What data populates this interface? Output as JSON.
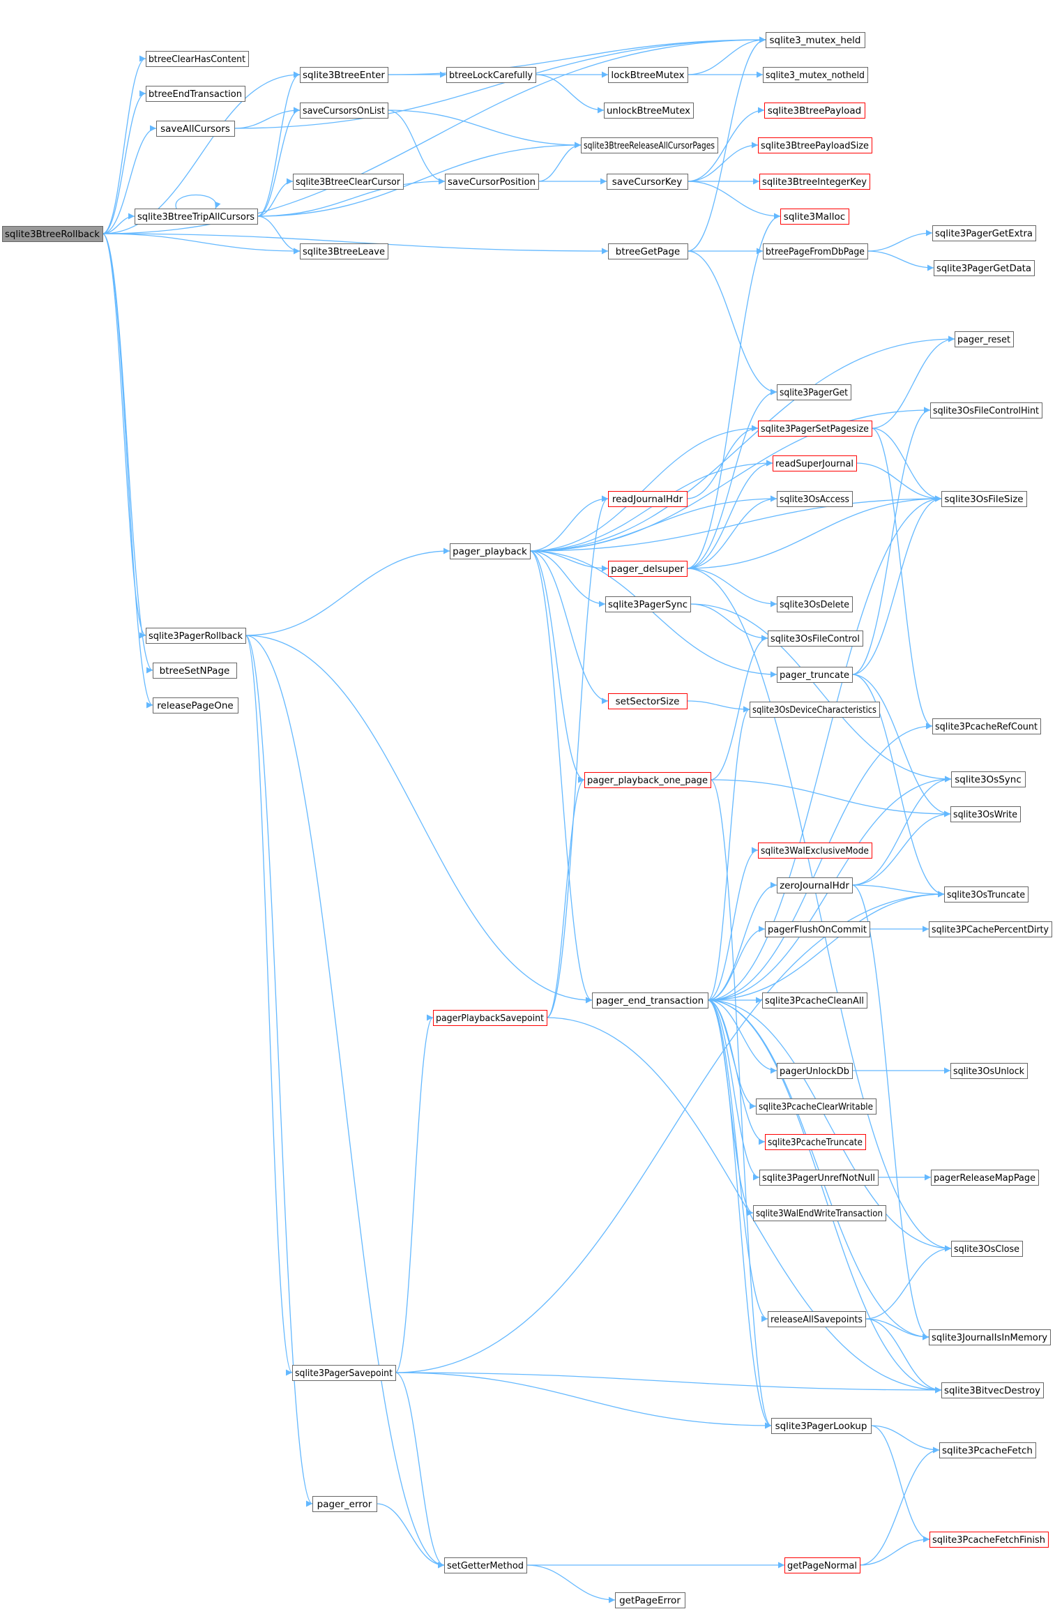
{
  "graph": {
    "root": "sqlite3BtreeRollback",
    "colors": {
      "edge": "#63b8ff",
      "node_border": "#666666",
      "highlight_border": "#ff0000",
      "root_fill": "#999999",
      "node_fill": "#ffffff"
    },
    "nodes": [
      {
        "id": "sqlite3BtreeRollback",
        "label": "sqlite3BtreeRollback",
        "style": "root"
      },
      {
        "id": "btreeClearHasContent",
        "label": "btreeClearHasContent",
        "style": "normal"
      },
      {
        "id": "btreeEndTransaction",
        "label": "btreeEndTransaction",
        "style": "normal"
      },
      {
        "id": "saveAllCursors",
        "label": "saveAllCursors",
        "style": "normal"
      },
      {
        "id": "sqlite3BtreeTripAllCursors",
        "label": "sqlite3BtreeTripAllCursors",
        "style": "normal"
      },
      {
        "id": "sqlite3PagerRollback",
        "label": "sqlite3PagerRollback",
        "style": "normal"
      },
      {
        "id": "btreeSetNPage",
        "label": "btreeSetNPage",
        "style": "normal"
      },
      {
        "id": "releasePageOne",
        "label": "releasePageOne",
        "style": "normal"
      },
      {
        "id": "sqlite3BtreeEnter",
        "label": "sqlite3BtreeEnter",
        "style": "normal"
      },
      {
        "id": "saveCursorsOnList",
        "label": "saveCursorsOnList",
        "style": "normal"
      },
      {
        "id": "sqlite3BtreeClearCursor",
        "label": "sqlite3BtreeClearCursor",
        "style": "normal"
      },
      {
        "id": "sqlite3BtreeLeave",
        "label": "sqlite3BtreeLeave",
        "style": "normal"
      },
      {
        "id": "btreeLockCarefully",
        "label": "btreeLockCarefully",
        "style": "normal"
      },
      {
        "id": "saveCursorPosition",
        "label": "saveCursorPosition",
        "style": "normal"
      },
      {
        "id": "lockBtreeMutex",
        "label": "lockBtreeMutex",
        "style": "normal"
      },
      {
        "id": "unlockBtreeMutex",
        "label": "unlockBtreeMutex",
        "style": "normal"
      },
      {
        "id": "sqlite3BtreeReleaseAllCursorPages",
        "label": "sqlite3BtreeReleaseAllCursorPages",
        "style": "normal"
      },
      {
        "id": "saveCursorKey",
        "label": "saveCursorKey",
        "style": "normal"
      },
      {
        "id": "btreeGetPage",
        "label": "btreeGetPage",
        "style": "normal"
      },
      {
        "id": "sqlite3_mutex_held",
        "label": "sqlite3_mutex_held",
        "style": "normal"
      },
      {
        "id": "sqlite3_mutex_notheld",
        "label": "sqlite3_mutex_notheld",
        "style": "normal"
      },
      {
        "id": "sqlite3BtreePayload",
        "label": "sqlite3BtreePayload",
        "style": "red"
      },
      {
        "id": "sqlite3BtreePayloadSize",
        "label": "sqlite3BtreePayloadSize",
        "style": "red"
      },
      {
        "id": "sqlite3BtreeIntegerKey",
        "label": "sqlite3BtreeIntegerKey",
        "style": "red"
      },
      {
        "id": "sqlite3Malloc",
        "label": "sqlite3Malloc",
        "style": "red"
      },
      {
        "id": "btreePageFromDbPage",
        "label": "btreePageFromDbPage",
        "style": "normal"
      },
      {
        "id": "sqlite3PagerGetExtra",
        "label": "sqlite3PagerGetExtra",
        "style": "normal"
      },
      {
        "id": "sqlite3PagerGetData",
        "label": "sqlite3PagerGetData",
        "style": "normal"
      },
      {
        "id": "pager_reset",
        "label": "pager_reset",
        "style": "normal"
      },
      {
        "id": "sqlite3PagerGet",
        "label": "sqlite3PagerGet",
        "style": "normal"
      },
      {
        "id": "sqlite3OsFileControlHint",
        "label": "sqlite3OsFileControlHint",
        "style": "normal"
      },
      {
        "id": "sqlite3PagerSetPagesize",
        "label": "sqlite3PagerSetPagesize",
        "style": "red"
      },
      {
        "id": "readSuperJournal",
        "label": "readSuperJournal",
        "style": "red"
      },
      {
        "id": "sqlite3OsFileSize",
        "label": "sqlite3OsFileSize",
        "style": "normal"
      },
      {
        "id": "readJournalHdr",
        "label": "readJournalHdr",
        "style": "red"
      },
      {
        "id": "sqlite3OsAccess",
        "label": "sqlite3OsAccess",
        "style": "normal"
      },
      {
        "id": "pager_playback",
        "label": "pager_playback",
        "style": "normal"
      },
      {
        "id": "pager_delsuper",
        "label": "pager_delsuper",
        "style": "red"
      },
      {
        "id": "sqlite3PagerSync",
        "label": "sqlite3PagerSync",
        "style": "normal"
      },
      {
        "id": "sqlite3OsDelete",
        "label": "sqlite3OsDelete",
        "style": "normal"
      },
      {
        "id": "sqlite3OsFileControl",
        "label": "sqlite3OsFileControl",
        "style": "normal"
      },
      {
        "id": "pager_truncate",
        "label": "pager_truncate",
        "style": "normal"
      },
      {
        "id": "setSectorSize",
        "label": "setSectorSize",
        "style": "red"
      },
      {
        "id": "sqlite3OsDeviceCharacteristics",
        "label": "sqlite3OsDeviceCharacteristics",
        "style": "normal"
      },
      {
        "id": "sqlite3PcacheRefCount",
        "label": "sqlite3PcacheRefCount",
        "style": "normal"
      },
      {
        "id": "pager_playback_one_page",
        "label": "pager_playback_one_page",
        "style": "red"
      },
      {
        "id": "sqlite3OsSync",
        "label": "sqlite3OsSync",
        "style": "normal"
      },
      {
        "id": "sqlite3OsWrite",
        "label": "sqlite3OsWrite",
        "style": "normal"
      },
      {
        "id": "sqlite3WalExclusiveMode",
        "label": "sqlite3WalExclusiveMode",
        "style": "red"
      },
      {
        "id": "zeroJournalHdr",
        "label": "zeroJournalHdr",
        "style": "normal"
      },
      {
        "id": "sqlite3OsTruncate",
        "label": "sqlite3OsTruncate",
        "style": "normal"
      },
      {
        "id": "pagerFlushOnCommit",
        "label": "pagerFlushOnCommit",
        "style": "normal"
      },
      {
        "id": "sqlite3PCachePercentDirty",
        "label": "sqlite3PCachePercentDirty",
        "style": "normal"
      },
      {
        "id": "pager_end_transaction",
        "label": "pager_end_transaction",
        "style": "normal"
      },
      {
        "id": "sqlite3PcacheCleanAll",
        "label": "sqlite3PcacheCleanAll",
        "style": "normal"
      },
      {
        "id": "pagerPlaybackSavepoint",
        "label": "pagerPlaybackSavepoint",
        "style": "red"
      },
      {
        "id": "pagerUnlockDb",
        "label": "pagerUnlockDb",
        "style": "normal"
      },
      {
        "id": "sqlite3OsUnlock",
        "label": "sqlite3OsUnlock",
        "style": "normal"
      },
      {
        "id": "sqlite3PcacheClearWritable",
        "label": "sqlite3PcacheClearWritable",
        "style": "normal"
      },
      {
        "id": "sqlite3PcacheTruncate",
        "label": "sqlite3PcacheTruncate",
        "style": "red"
      },
      {
        "id": "sqlite3PagerUnrefNotNull",
        "label": "sqlite3PagerUnrefNotNull",
        "style": "normal"
      },
      {
        "id": "pagerReleaseMapPage",
        "label": "pagerReleaseMapPage",
        "style": "normal"
      },
      {
        "id": "sqlite3WalEndWriteTransaction",
        "label": "sqlite3WalEndWriteTransaction",
        "style": "normal"
      },
      {
        "id": "sqlite3OsClose",
        "label": "sqlite3OsClose",
        "style": "normal"
      },
      {
        "id": "releaseAllSavepoints",
        "label": "releaseAllSavepoints",
        "style": "normal"
      },
      {
        "id": "sqlite3JournalIsInMemory",
        "label": "sqlite3JournalIsInMemory",
        "style": "normal"
      },
      {
        "id": "sqlite3PagerSavepoint",
        "label": "sqlite3PagerSavepoint",
        "style": "normal"
      },
      {
        "id": "sqlite3BitvecDestroy",
        "label": "sqlite3BitvecDestroy",
        "style": "normal"
      },
      {
        "id": "sqlite3PagerLookup",
        "label": "sqlite3PagerLookup",
        "style": "normal"
      },
      {
        "id": "sqlite3PcacheFetch",
        "label": "sqlite3PcacheFetch",
        "style": "normal"
      },
      {
        "id": "pager_error",
        "label": "pager_error",
        "style": "normal"
      },
      {
        "id": "sqlite3PcacheFetchFinish",
        "label": "sqlite3PcacheFetchFinish",
        "style": "red"
      },
      {
        "id": "setGetterMethod",
        "label": "setGetterMethod",
        "style": "normal"
      },
      {
        "id": "getPageNormal",
        "label": "getPageNormal",
        "style": "red"
      },
      {
        "id": "getPageError",
        "label": "getPageError",
        "style": "normal"
      }
    ],
    "edges": [
      [
        "sqlite3BtreeRollback",
        "btreeClearHasContent"
      ],
      [
        "sqlite3BtreeRollback",
        "btreeEndTransaction"
      ],
      [
        "sqlite3BtreeRollback",
        "saveAllCursors"
      ],
      [
        "sqlite3BtreeRollback",
        "sqlite3BtreeTripAllCursors"
      ],
      [
        "sqlite3BtreeRollback",
        "sqlite3PagerRollback"
      ],
      [
        "sqlite3BtreeRollback",
        "btreeSetNPage"
      ],
      [
        "sqlite3BtreeRollback",
        "releasePageOne"
      ],
      [
        "sqlite3BtreeRollback",
        "sqlite3BtreeEnter"
      ],
      [
        "sqlite3BtreeRollback",
        "sqlite3BtreeLeave"
      ],
      [
        "sqlite3BtreeRollback",
        "btreeGetPage"
      ],
      [
        "sqlite3BtreeRollback",
        "sqlite3_mutex_held"
      ],
      [
        "saveAllCursors",
        "saveCursorsOnList"
      ],
      [
        "saveAllCursors",
        "sqlite3_mutex_held"
      ],
      [
        "sqlite3BtreeTripAllCursors",
        "sqlite3BtreeTripAllCursors"
      ],
      [
        "sqlite3BtreeTripAllCursors",
        "sqlite3BtreeEnter"
      ],
      [
        "sqlite3BtreeTripAllCursors",
        "saveCursorsOnList"
      ],
      [
        "sqlite3BtreeTripAllCursors",
        "sqlite3BtreeClearCursor"
      ],
      [
        "sqlite3BtreeTripAllCursors",
        "sqlite3BtreeReleaseAllCursorPages"
      ],
      [
        "sqlite3BtreeTripAllCursors",
        "saveCursorPosition"
      ],
      [
        "sqlite3BtreeTripAllCursors",
        "sqlite3BtreeLeave"
      ],
      [
        "sqlite3BtreeEnter",
        "btreeLockCarefully"
      ],
      [
        "sqlite3BtreeEnter",
        "sqlite3_mutex_held"
      ],
      [
        "btreeLockCarefully",
        "lockBtreeMutex"
      ],
      [
        "btreeLockCarefully",
        "unlockBtreeMutex"
      ],
      [
        "lockBtreeMutex",
        "sqlite3_mutex_held"
      ],
      [
        "lockBtreeMutex",
        "sqlite3_mutex_notheld"
      ],
      [
        "saveCursorsOnList",
        "saveCursorPosition"
      ],
      [
        "saveCursorsOnList",
        "sqlite3BtreeReleaseAllCursorPages"
      ],
      [
        "saveCursorPosition",
        "saveCursorKey"
      ],
      [
        "saveCursorPosition",
        "sqlite3BtreeReleaseAllCursorPages"
      ],
      [
        "saveCursorKey",
        "sqlite3BtreePayload"
      ],
      [
        "saveCursorKey",
        "sqlite3BtreePayloadSize"
      ],
      [
        "saveCursorKey",
        "sqlite3BtreeIntegerKey"
      ],
      [
        "saveCursorKey",
        "sqlite3Malloc"
      ],
      [
        "btreeGetPage",
        "btreePageFromDbPage"
      ],
      [
        "btreeGetPage",
        "sqlite3_mutex_held"
      ],
      [
        "btreeGetPage",
        "sqlite3PagerGet"
      ],
      [
        "btreePageFromDbPage",
        "sqlite3PagerGetExtra"
      ],
      [
        "btreePageFromDbPage",
        "sqlite3PagerGetData"
      ],
      [
        "sqlite3PagerRollback",
        "pager_playback"
      ],
      [
        "sqlite3PagerRollback",
        "pager_end_transaction"
      ],
      [
        "sqlite3PagerRollback",
        "sqlite3PagerSavepoint"
      ],
      [
        "sqlite3PagerRollback",
        "pager_error"
      ],
      [
        "sqlite3PagerRollback",
        "setGetterMethod"
      ],
      [
        "pager_playback",
        "pager_reset"
      ],
      [
        "pager_playback",
        "sqlite3OsFileControlHint"
      ],
      [
        "pager_playback",
        "sqlite3PagerSetPagesize"
      ],
      [
        "pager_playback",
        "readSuperJournal"
      ],
      [
        "pager_playback",
        "sqlite3OsFileSize"
      ],
      [
        "pager_playback",
        "readJournalHdr"
      ],
      [
        "pager_playback",
        "sqlite3OsAccess"
      ],
      [
        "pager_playback",
        "pager_delsuper"
      ],
      [
        "pager_playback",
        "sqlite3PagerSync"
      ],
      [
        "pager_playback",
        "pager_truncate"
      ],
      [
        "pager_playback",
        "setSectorSize"
      ],
      [
        "pager_playback",
        "pager_playback_one_page"
      ],
      [
        "pager_playback",
        "pager_end_transaction"
      ],
      [
        "readJournalHdr",
        "sqlite3PagerSetPagesize"
      ],
      [
        "pager_delsuper",
        "sqlite3OsAccess"
      ],
      [
        "pager_delsuper",
        "sqlite3OsDelete"
      ],
      [
        "pager_delsuper",
        "sqlite3OsFileSize"
      ],
      [
        "pager_delsuper",
        "sqlite3Malloc"
      ],
      [
        "pager_delsuper",
        "sqlite3PagerGet"
      ],
      [
        "pager_delsuper",
        "readSuperJournal"
      ],
      [
        "pager_delsuper",
        "sqlite3OsClose"
      ],
      [
        "sqlite3PagerSync",
        "sqlite3OsFileControl"
      ],
      [
        "sqlite3PagerSync",
        "sqlite3OsSync"
      ],
      [
        "pager_truncate",
        "sqlite3OsFileSize"
      ],
      [
        "pager_truncate",
        "sqlite3OsTruncate"
      ],
      [
        "pager_truncate",
        "sqlite3OsWrite"
      ],
      [
        "pager_truncate",
        "sqlite3OsFileControlHint"
      ],
      [
        "setSectorSize",
        "sqlite3OsDeviceCharacteristics"
      ],
      [
        "sqlite3PagerSetPagesize",
        "pager_reset"
      ],
      [
        "sqlite3PagerSetPagesize",
        "sqlite3OsFileSize"
      ],
      [
        "sqlite3PagerSetPagesize",
        "sqlite3PcacheRefCount"
      ],
      [
        "readSuperJournal",
        "sqlite3OsFileSize"
      ],
      [
        "pager_playback_one_page",
        "sqlite3OsWrite"
      ],
      [
        "pager_playback_one_page",
        "sqlite3OsFileControl"
      ],
      [
        "pager_playback_one_page",
        "sqlite3PagerLookup"
      ],
      [
        "pager_end_transaction",
        "sqlite3PcacheCleanAll"
      ],
      [
        "pager_end_transaction",
        "pagerFlushOnCommit"
      ],
      [
        "pager_end_transaction",
        "zeroJournalHdr"
      ],
      [
        "pager_end_transaction",
        "sqlite3WalExclusiveMode"
      ],
      [
        "pager_end_transaction",
        "sqlite3OsTruncate"
      ],
      [
        "pager_end_transaction",
        "pagerUnlockDb"
      ],
      [
        "pager_end_transaction",
        "sqlite3PcacheClearWritable"
      ],
      [
        "pager_end_transaction",
        "sqlite3PcacheTruncate"
      ],
      [
        "pager_end_transaction",
        "sqlite3PagerUnrefNotNull"
      ],
      [
        "pager_end_transaction",
        "sqlite3WalEndWriteTransaction"
      ],
      [
        "pager_end_transaction",
        "sqlite3OsClose"
      ],
      [
        "pager_end_transaction",
        "releaseAllSavepoints"
      ],
      [
        "pager_end_transaction",
        "sqlite3JournalIsInMemory"
      ],
      [
        "pager_end_transaction",
        "sqlite3BitvecDestroy"
      ],
      [
        "pager_end_transaction",
        "sqlite3PagerLookup"
      ],
      [
        "pager_end_transaction",
        "sqlite3OsSync"
      ],
      [
        "pager_end_transaction",
        "sqlite3OsDeviceCharacteristics"
      ],
      [
        "pager_end_transaction",
        "sqlite3PcacheRefCount"
      ],
      [
        "pager_end_transaction",
        "sqlite3OsFileSize"
      ],
      [
        "zeroJournalHdr",
        "sqlite3OsTruncate"
      ],
      [
        "zeroJournalHdr",
        "sqlite3OsWrite"
      ],
      [
        "zeroJournalHdr",
        "sqlite3OsSync"
      ],
      [
        "zeroJournalHdr",
        "sqlite3JournalIsInMemory"
      ],
      [
        "pagerFlushOnCommit",
        "sqlite3PCachePercentDirty"
      ],
      [
        "pagerUnlockDb",
        "sqlite3OsUnlock"
      ],
      [
        "sqlite3PagerUnrefNotNull",
        "pagerReleaseMapPage"
      ],
      [
        "releaseAllSavepoints",
        "sqlite3OsClose"
      ],
      [
        "releaseAllSavepoints",
        "sqlite3JournalIsInMemory"
      ],
      [
        "releaseAllSavepoints",
        "sqlite3BitvecDestroy"
      ],
      [
        "sqlite3PagerLookup",
        "sqlite3PcacheFetch"
      ],
      [
        "sqlite3PagerLookup",
        "sqlite3PcacheFetchFinish"
      ],
      [
        "pagerPlaybackSavepoint",
        "readJournalHdr"
      ],
      [
        "pagerPlaybackSavepoint",
        "pager_playback_one_page"
      ],
      [
        "pagerPlaybackSavepoint",
        "sqlite3BitvecDestroy"
      ],
      [
        "sqlite3PagerSavepoint",
        "pagerPlaybackSavepoint"
      ],
      [
        "sqlite3PagerSavepoint",
        "sqlite3BitvecDestroy"
      ],
      [
        "sqlite3PagerSavepoint",
        "sqlite3OsTruncate"
      ],
      [
        "sqlite3PagerSavepoint",
        "setGetterMethod"
      ],
      [
        "sqlite3PagerSavepoint",
        "sqlite3PagerLookup"
      ],
      [
        "pager_error",
        "setGetterMethod"
      ],
      [
        "setGetterMethod",
        "getPageNormal"
      ],
      [
        "setGetterMethod",
        "getPageError"
      ],
      [
        "getPageNormal",
        "sqlite3PcacheFetch"
      ],
      [
        "getPageNormal",
        "sqlite3PcacheFetchFinish"
      ]
    ]
  }
}
